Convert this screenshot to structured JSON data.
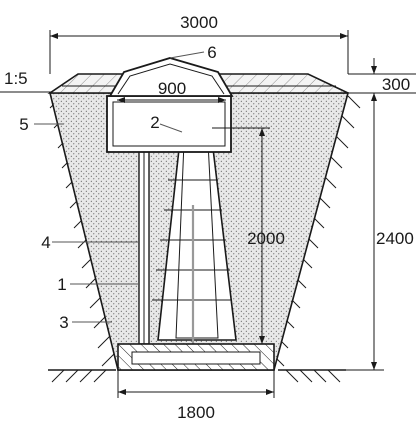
{
  "dimensions": {
    "top_width": "3000",
    "cover_width": "900",
    "top_height": "300",
    "total_height": "2400",
    "core_height": "2000",
    "base_width": "1800",
    "slope": "1:5"
  },
  "callouts": [
    "1",
    "2",
    "3",
    "4",
    "5",
    "6"
  ]
}
